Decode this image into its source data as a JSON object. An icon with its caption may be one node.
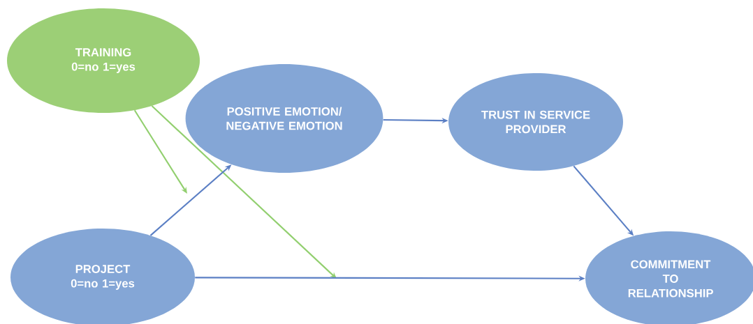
{
  "diagram": {
    "nodes": [
      {
        "text": [
          "TRAINING",
          "0=no 1=yes"
        ]
      },
      {
        "text": [
          "POSITIVE EMOTION/ NEGATIVE EMOTION"
        ]
      },
      {
        "text": [
          "TRUST IN SERVICE PROVIDER"
        ]
      },
      {
        "text": [
          "PROJECT",
          "0=no 1=yes"
        ]
      },
      {
        "text": [
          "COMMITMENT TO RELATIONSHIP"
        ]
      }
    ],
    "edges": [
      {
        "from": 0,
        "to": null,
        "arrow": "to",
        "color": "#92cf6f"
      },
      {
        "from": 0,
        "to": null,
        "arrow": "to",
        "color": "#92cf6f"
      },
      {
        "from": 3,
        "to": 1,
        "arrow": "to"
      },
      {
        "from": 1,
        "to": 2,
        "arrow": "to"
      },
      {
        "from": 2,
        "to": 4,
        "arrow": "to"
      },
      {
        "from": 3,
        "to": 4,
        "arrow": "to"
      }
    ]
  }
}
